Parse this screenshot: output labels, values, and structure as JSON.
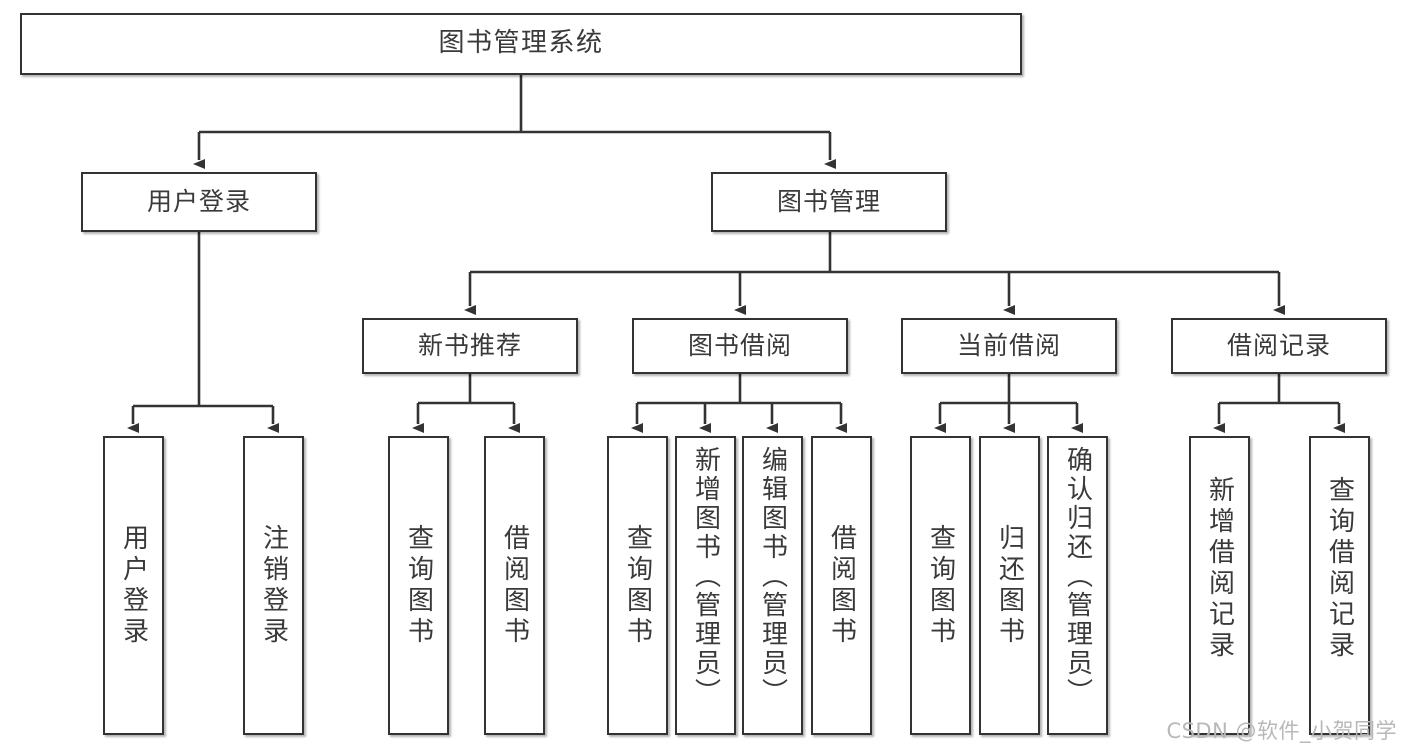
{
  "diagram": {
    "title": "图书管理系统",
    "type": "tree-hierarchy-diagram",
    "orientation": "top-down",
    "edge_style": "orthogonal-elbow-with-arrowheads",
    "colors": {
      "node_fill": "#ffffff",
      "node_border": "#333333",
      "edge": "#333333",
      "text": "#3a3a3a",
      "watermark": "#b8b8b8",
      "background": "#ffffff"
    }
  },
  "nodes": {
    "root": {
      "label": "图书管理系统"
    },
    "level2": [
      {
        "id": "user-login",
        "label": "用户登录"
      },
      {
        "id": "book-management",
        "label": "图书管理"
      }
    ],
    "level3": [
      {
        "id": "new-book-recommend",
        "label": "新书推荐"
      },
      {
        "id": "book-borrow",
        "label": "图书借阅"
      },
      {
        "id": "current-borrow",
        "label": "当前借阅"
      },
      {
        "id": "borrow-record",
        "label": "借阅记录"
      }
    ],
    "leaves": {
      "user_login": [
        {
          "id": "leaf-user-login",
          "label": "用户登录"
        },
        {
          "id": "leaf-logout-login",
          "label": "注销登录"
        }
      ],
      "new_book_recommend": [
        {
          "id": "leaf-query-book-1",
          "label": "查询图书"
        },
        {
          "id": "leaf-borrow-book-1",
          "label": "借阅图书"
        }
      ],
      "book_borrow": [
        {
          "id": "leaf-query-book-2",
          "label": "查询图书"
        },
        {
          "id": "leaf-add-book",
          "label": "新增图书（管理员）"
        },
        {
          "id": "leaf-edit-book",
          "label": "编辑图书（管理员）"
        },
        {
          "id": "leaf-borrow-book-2",
          "label": "借阅图书"
        }
      ],
      "current_borrow": [
        {
          "id": "leaf-query-book-3",
          "label": "查询图书"
        },
        {
          "id": "leaf-return-book",
          "label": "归还图书"
        },
        {
          "id": "leaf-confirm-return",
          "label": "确认归还（管理员）"
        }
      ],
      "borrow_record": [
        {
          "id": "leaf-add-borrow-record",
          "label": "新增借阅记录"
        },
        {
          "id": "leaf-query-borrow-record",
          "label": "查询借阅记录"
        }
      ]
    }
  },
  "watermark": {
    "text": "CSDN @软件_小贺同学"
  }
}
